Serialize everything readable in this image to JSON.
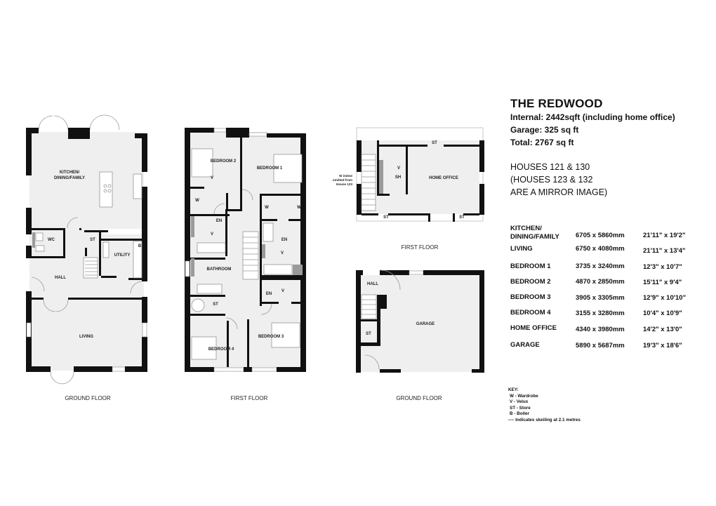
{
  "header": {
    "title": "THE REDWOOD",
    "internal": "Internal: 2442sqft (including home office)",
    "garage": "Garage: 325 sq ft",
    "total": "Total: 2767 sq ft",
    "houses_line1": "HOUSES 121 & 130",
    "houses_line2": "(HOUSES 123 & 132",
    "houses_line3": "ARE A MIRROR IMAGE)"
  },
  "rooms_table": [
    {
      "room": "KITCHEN/",
      "room2": "DINING/FAMILY",
      "metric": "6705 x 5860mm",
      "imperial": "21'11\" x 19'2\""
    },
    {
      "room": "LIVING",
      "metric": "6750 x 4080mm",
      "imperial": "21'11\" x 13'4\""
    },
    {
      "room": "BEDROOM 1",
      "metric": "3735 x 3240mm",
      "imperial": "12'3\" x 10'7\""
    },
    {
      "room": "BEDROOM 2",
      "metric": "4870 x 2850mm",
      "imperial": "15'11\" x 9'4\""
    },
    {
      "room": "BEDROOM 3",
      "metric": "3905 x 3305mm",
      "imperial": "12'9\" x 10'10\""
    },
    {
      "room": "BEDROOM 4",
      "metric": "3155 x 3280mm",
      "imperial": "10'4\" x 10'9\""
    },
    {
      "room": "HOME OFFICE",
      "metric": "4340 x 3980mm",
      "imperial": "14'2\" x 13'0\""
    },
    {
      "room": "GARAGE",
      "metric": "5890 x 5687mm",
      "imperial": "19'3\" x 18'6\""
    }
  ],
  "key": {
    "title": "KEY:",
    "items": [
      "W - Wardrobe",
      "V - Velux",
      "ST - Store",
      "B - Boiler",
      "---- Indicates skeiling at 2.1 metres"
    ]
  },
  "plans": {
    "ground": {
      "caption": "GROUND FLOOR",
      "kitchen1": "KITCHEN/",
      "kitchen2": "DINING/FAMILY",
      "wc": "WC",
      "st": "ST",
      "utility": "UTILITY",
      "b": "B",
      "hall": "HALL",
      "living": "LIVING"
    },
    "first": {
      "caption": "FIRST FLOOR",
      "bed1": "BEDROOM 1",
      "bed2": "BEDROOM 2",
      "bed3": "BEDROOM 3",
      "bed4": "BEDROOM 4",
      "bathroom": "BATHROOM",
      "en": "EN",
      "w": "W",
      "v": "V",
      "st": "ST"
    },
    "office": {
      "caption": "FIRST FLOOR",
      "home_office": "HOME OFFICE",
      "st": "ST",
      "v": "V",
      "sh": "SH",
      "note1": "W indow",
      "note2": "omitted from",
      "note3": "House 123"
    },
    "garage": {
      "caption": "GROUND FLOOR",
      "garage": "GARAGE",
      "hall": "HALL",
      "st": "ST"
    }
  }
}
